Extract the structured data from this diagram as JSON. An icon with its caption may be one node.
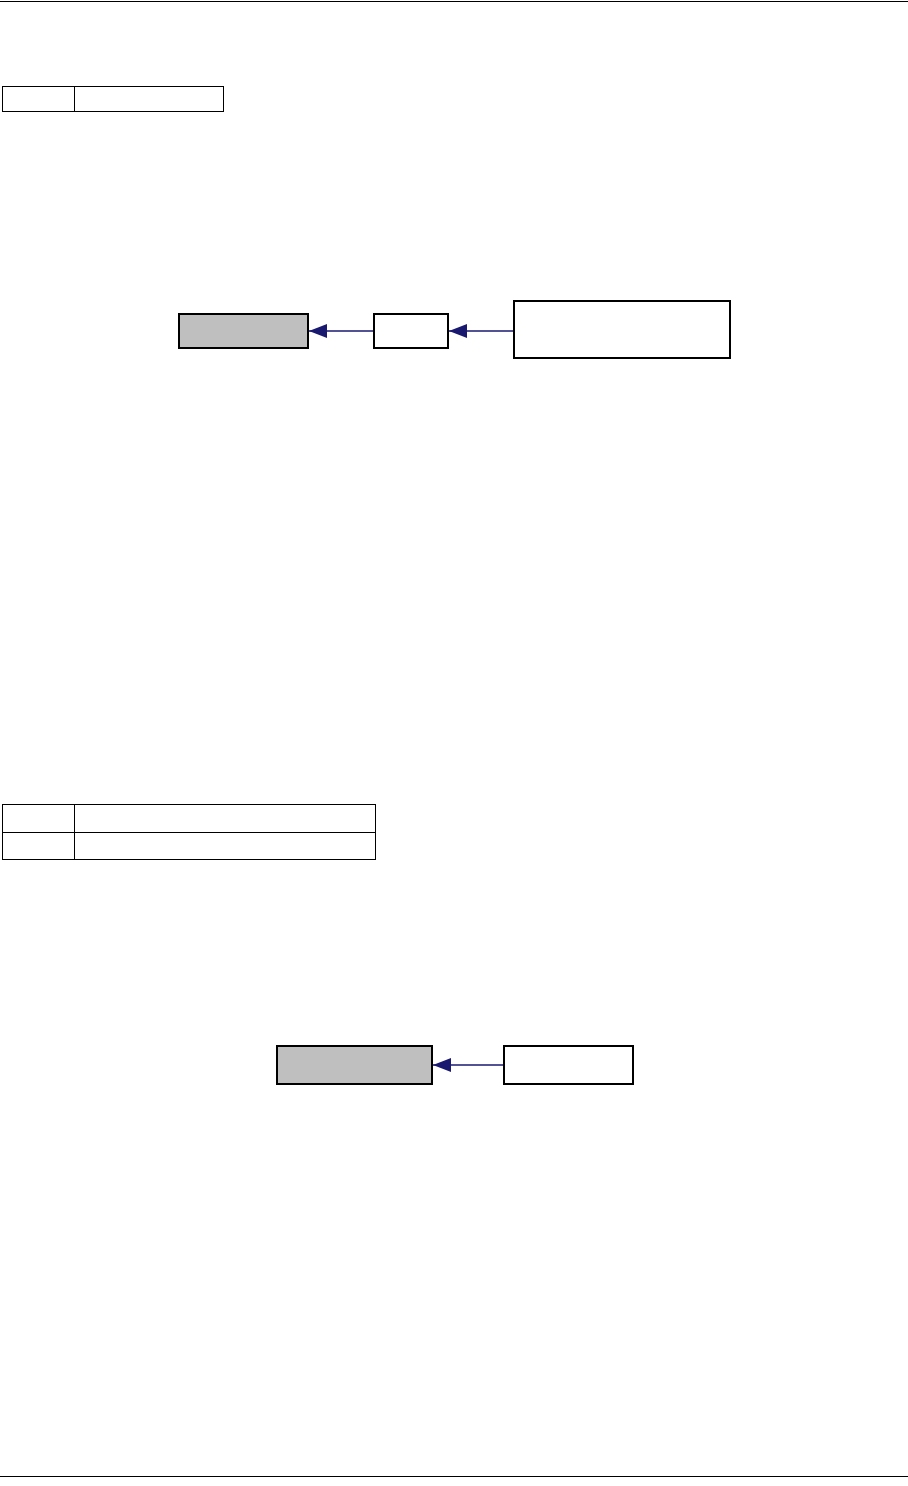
{
  "diagram": {
    "nodes": [
      {
        "text": [],
        "shape": "box"
      },
      {
        "text": [],
        "shape": "box"
      },
      {
        "text": [],
        "shape": "box"
      },
      {
        "text": [],
        "shape": "box"
      },
      {
        "text": [],
        "shape": "box"
      }
    ],
    "edges": [
      {
        "from": 1,
        "to": 0,
        "arrow": "to"
      },
      {
        "from": 2,
        "to": 1,
        "arrow": "to"
      },
      {
        "from": 4,
        "to": 3,
        "arrow": "to"
      }
    ]
  }
}
